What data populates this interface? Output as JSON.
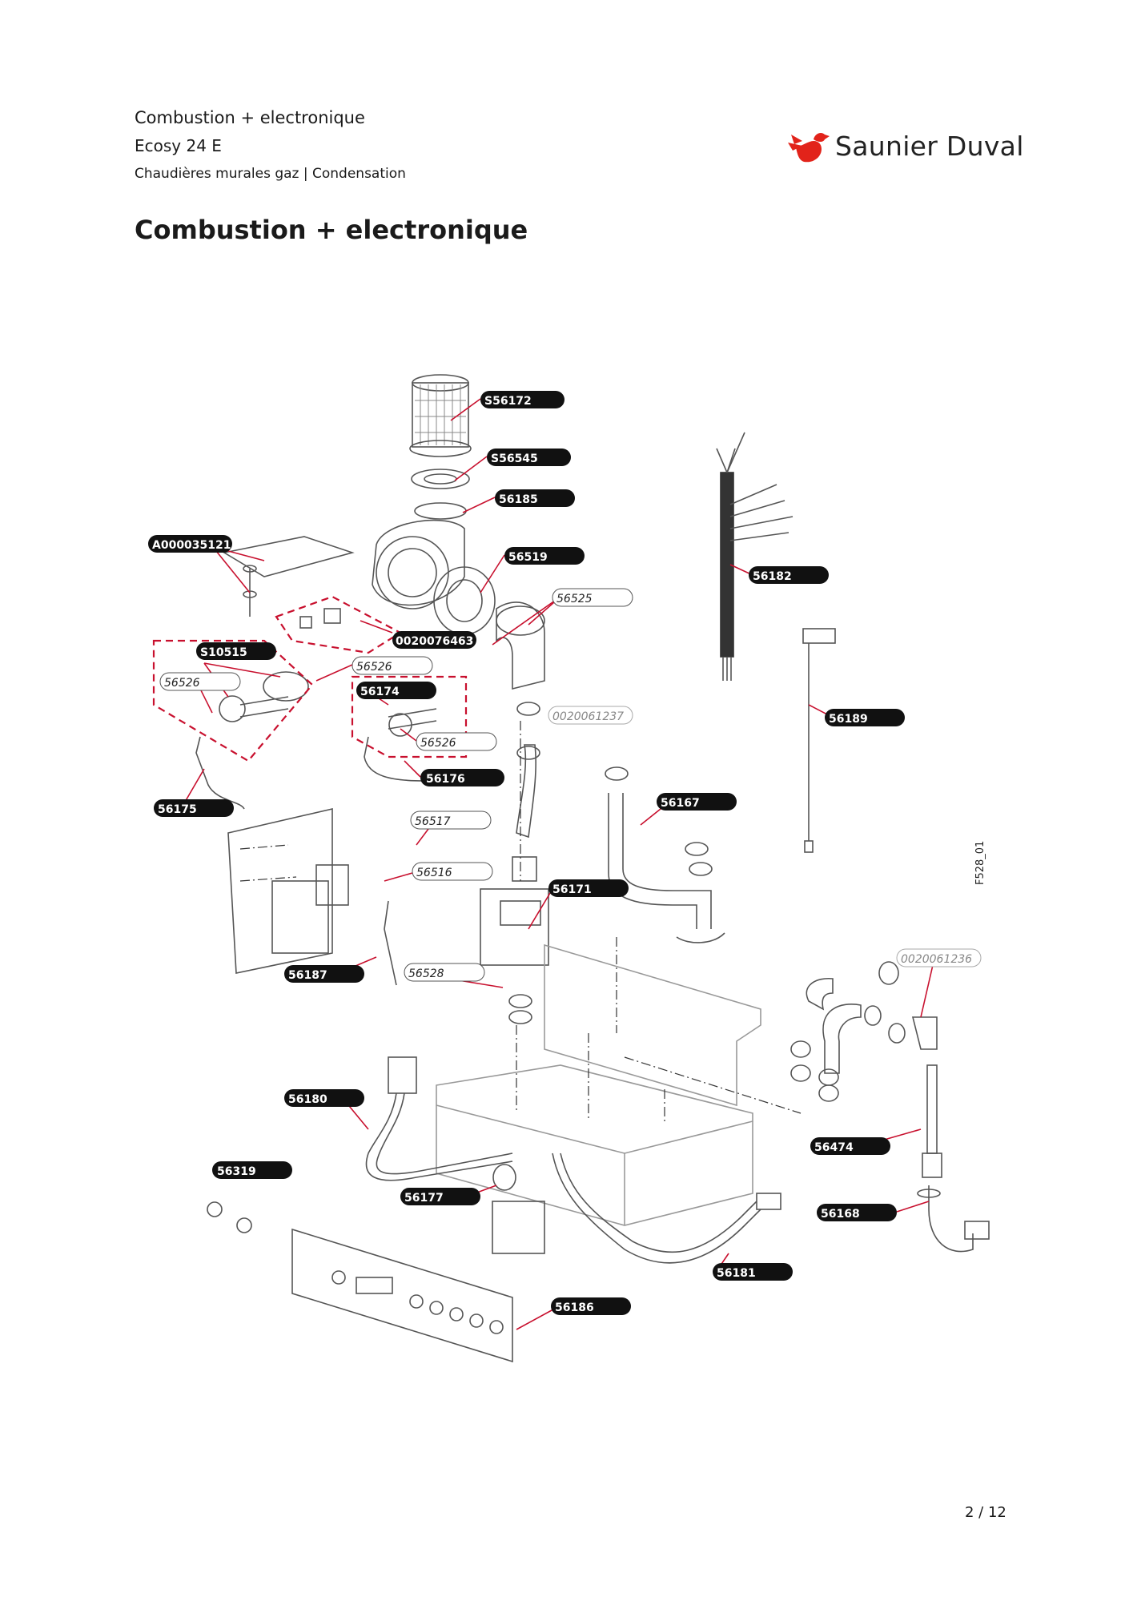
{
  "header": {
    "line1": "Combustion + electronique",
    "line2": "Ecosy 24 E",
    "line3": "Chaudières murales gaz | Condensation"
  },
  "brand": {
    "name": "Saunier Duval",
    "color": "#e2231a"
  },
  "page_title": "Combustion + electronique",
  "figure_code": "F528_01",
  "page_number": "2 / 12",
  "parts": {
    "p1": "S56172",
    "p2": "S56545",
    "p3": "56185",
    "p4": "A000035121",
    "p5": "56519",
    "p6": "56525",
    "p7": "0020076463",
    "p8": "S10515",
    "p9": "56526",
    "p10": "56526",
    "p11": "56174",
    "p12": "56526",
    "p13": "0020061237",
    "p14": "56176",
    "p15": "56175",
    "p16": "56517",
    "p17": "56516",
    "p18": "56182",
    "p19": "56189",
    "p20": "56167",
    "p21": "56171",
    "p22": "56187",
    "p23": "56528",
    "p24": "0020061236",
    "p25": "56180",
    "p26": "56474",
    "p27": "56319",
    "p28": "56177",
    "p29": "56168",
    "p30": "56181",
    "p31": "56186"
  }
}
